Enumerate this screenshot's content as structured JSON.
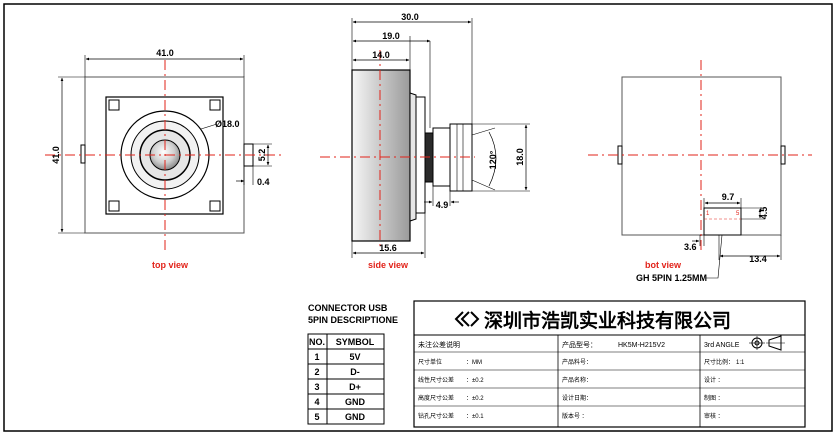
{
  "views": {
    "top": {
      "label": "top view",
      "dims": {
        "width": "41.0",
        "height": "41.0",
        "lens_dia": "Ø18.0",
        "pin_len": "5.2",
        "pin_th": "0.4"
      }
    },
    "side": {
      "label": "side view",
      "dims": {
        "overall": "30.0",
        "d19": "19.0",
        "d14": "14.0",
        "d15_6": "15.6",
        "d18": "18.0",
        "angle": "120°",
        "d4_9": "4.9"
      }
    },
    "bot": {
      "label": "bot view",
      "dims": {
        "d9_7": "9.7",
        "d4_5": "4.5",
        "d3_6": "3.6",
        "d13_4": "13.4",
        "pin1": "1",
        "pin5": "5"
      },
      "connector_note": "GH 5PIN 1.25MM"
    }
  },
  "connector_table": {
    "title_line1": "CONNECTOR USB",
    "title_line2": "5PIN DESCRIPTIONE",
    "headers": [
      "NO.",
      "SYMBOL"
    ],
    "rows": [
      {
        "no": "1",
        "symbol": "5V"
      },
      {
        "no": "2",
        "symbol": "D-"
      },
      {
        "no": "3",
        "symbol": "D+"
      },
      {
        "no": "4",
        "symbol": "GND"
      },
      {
        "no": "5",
        "symbol": "GND"
      }
    ]
  },
  "title_block": {
    "company": "深圳市浩凯实业科技有限公司",
    "tolerance_note": "未注公差说明",
    "unit_label": "尺寸单位",
    "unit_value": "：MM",
    "linear_tol_label": "线性尺寸公差",
    "linear_tol_value": "：±0.2",
    "height_tol_label": "高度尺寸公差",
    "height_tol_value": "：±0.2",
    "hole_tol_label": "钻孔尺寸公差",
    "hole_tol_value": "：±0.1",
    "product_model_label": "产品型号：",
    "product_model_value": "HK5M-H215V2",
    "product_part_label": "产品料号：",
    "product_name_label": "产品名称：",
    "design_date_label": "设计日期：",
    "version_label": "版本号 ：",
    "angle_label": "3rd ANGLE",
    "scale_label": "尺寸比例：",
    "scale_value": "1:1",
    "design_label": "设计  ：",
    "drafting_label": "制图  ：",
    "review_label": "审核  ："
  }
}
